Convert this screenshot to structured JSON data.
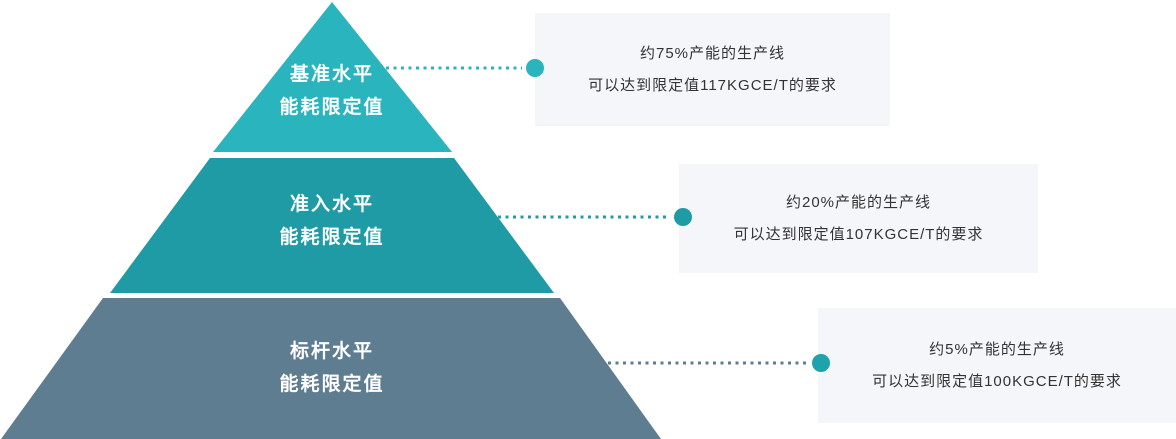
{
  "colors": {
    "tier1": "#29b4be",
    "tier2": "#1e9ba5",
    "tier3": "#5e7d90",
    "leader1": "#29b4be",
    "leader2": "#1e9ba5",
    "leader3": "#5e7d90",
    "dot1": "#29b4be",
    "dot2": "#1e9ba5",
    "dot3": "#1ea3ad",
    "callout_bg": "#f5f6fa",
    "text": "#333333",
    "label_text": "#ffffff"
  },
  "pyramid": {
    "tiers": [
      {
        "label_line1": "基准水平",
        "label_line2": "能耗限定值",
        "callout_line1": "约75%产能的生产线",
        "callout_line2": "可以达到限定值117KGCE/T的要求"
      },
      {
        "label_line1": "准入水平",
        "label_line2": "能耗限定值",
        "callout_line1": "约20%产能的生产线",
        "callout_line2": "可以达到限定值107KGCE/T的要求"
      },
      {
        "label_line1": "标杆水平",
        "label_line2": "能耗限定值",
        "callout_line1": "约5%产能的生产线",
        "callout_line2": "可以达到限定值100KGCE/T的要求"
      }
    ]
  }
}
